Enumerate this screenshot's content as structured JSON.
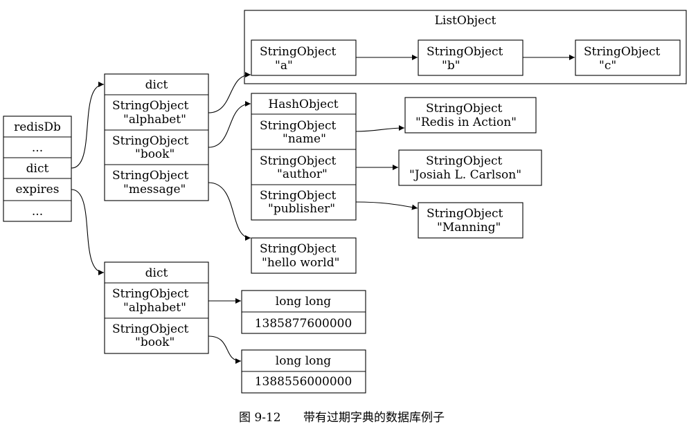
{
  "cluster": {
    "title": "ListObject"
  },
  "redisDb": {
    "rows": [
      "redisDb",
      "...",
      "dict",
      "expires",
      "..."
    ]
  },
  "dict_main": {
    "header": "dict",
    "rows": [
      [
        "StringObject",
        "\"alphabet\""
      ],
      [
        "StringObject",
        "\"book\""
      ],
      [
        "StringObject",
        "\"message\""
      ]
    ]
  },
  "dict_expires": {
    "header": "dict",
    "rows": [
      [
        "StringObject",
        "\"alphabet\""
      ],
      [
        "StringObject",
        "\"book\""
      ]
    ]
  },
  "list_nodes": [
    [
      "StringObject",
      "\"a\""
    ],
    [
      "StringObject",
      "\"b\""
    ],
    [
      "StringObject",
      "\"c\""
    ]
  ],
  "hash": {
    "header": "HashObject",
    "rows": [
      [
        "StringObject",
        "\"name\""
      ],
      [
        "StringObject",
        "\"author\""
      ],
      [
        "StringObject",
        "\"publisher\""
      ]
    ]
  },
  "hash_values": [
    [
      "StringObject",
      "\"Redis in Action\""
    ],
    [
      "StringObject",
      "\"Josiah L. Carlson\""
    ],
    [
      "StringObject",
      "\"Manning\""
    ]
  ],
  "message_value": [
    "StringObject",
    "\"hello world\""
  ],
  "expire_values": [
    {
      "type": "long long",
      "value": "1385877600000"
    },
    {
      "type": "long long",
      "value": "1388556000000"
    }
  ],
  "caption": {
    "label": "图 9-12",
    "text": "带有过期字典的数据库例子"
  }
}
